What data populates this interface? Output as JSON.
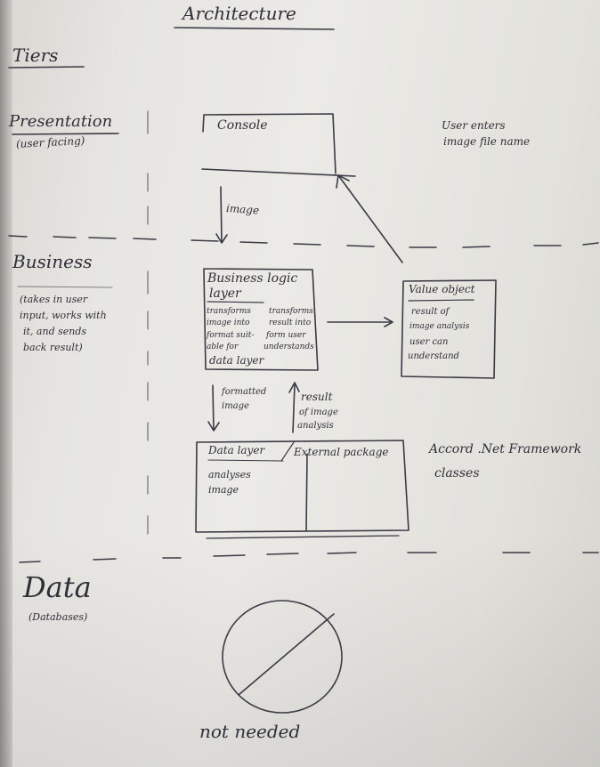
{
  "title": "Architecture",
  "tiers_label": "Tiers",
  "presentation": {
    "label": "Presentation",
    "sub": "(user facing)",
    "box": "Console",
    "note_line1": "User enters",
    "note_line2": "image file name",
    "arrow_label": "image"
  },
  "business": {
    "label": "Business",
    "desc": [
      "(takes in user",
      "input, works with",
      "it, and sends",
      "back result)"
    ],
    "box_title_line1": "Business logic",
    "box_title_line2": "layer",
    "col1": [
      "transforms",
      "image into",
      "format suit-",
      "able for"
    ],
    "col2": [
      "transforms",
      "result into",
      "form user",
      "understands"
    ],
    "box_footer": "data layer",
    "value_object": {
      "title": "Value object",
      "lines": [
        "result of",
        "image analysis",
        "user can",
        "understand"
      ]
    },
    "down_arrow": [
      "formatted",
      "image"
    ],
    "up_arrow": [
      "result",
      "of image",
      "analysis"
    ]
  },
  "data_layer": {
    "left_title": "Data layer",
    "right_title": "External package",
    "left_lines": [
      "analyses",
      "image"
    ],
    "note_line1": "Accord .Net Framework",
    "note_line2": "classes"
  },
  "data": {
    "label": "Data",
    "sub": "(Databases)",
    "caption": "not needed"
  }
}
